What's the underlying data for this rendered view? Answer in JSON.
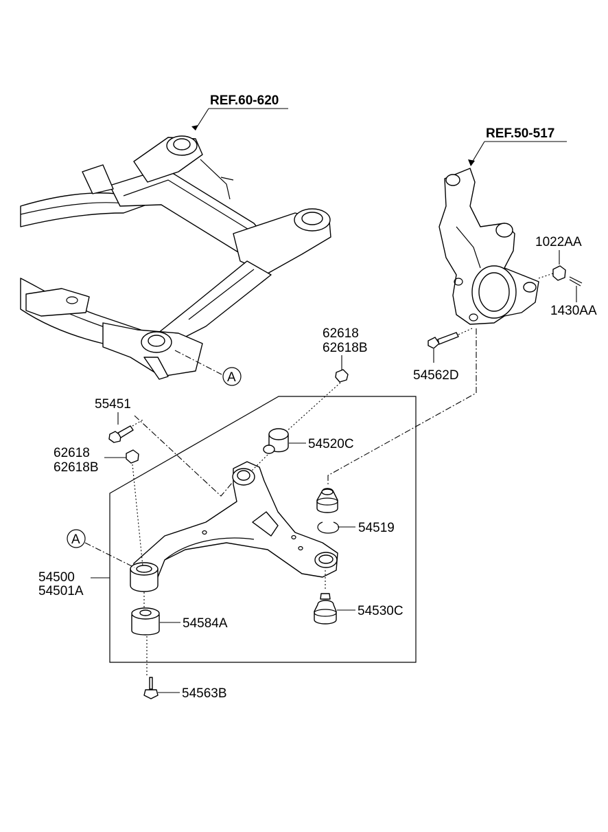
{
  "references": [
    {
      "id": "ref-subframe",
      "text": "REF.60-620"
    },
    {
      "id": "ref-knuckle",
      "text": "REF.50-517"
    }
  ],
  "callouts": {
    "subframe_marker": "A",
    "arm_marker": "A"
  },
  "parts": {
    "p62618_top_a": "62618",
    "p62618_top_b": "62618B",
    "p55451": "55451",
    "p62618_left_a": "62618",
    "p62618_left_b": "62618B",
    "p54520C": "54520C",
    "p54519": "54519",
    "p54500": "54500",
    "p54501A": "54501A",
    "p54584A": "54584A",
    "p54530C": "54530C",
    "p54563B": "54563B",
    "p1022AA": "1022AA",
    "p1430AA": "1430AA",
    "p54562D": "54562D"
  }
}
